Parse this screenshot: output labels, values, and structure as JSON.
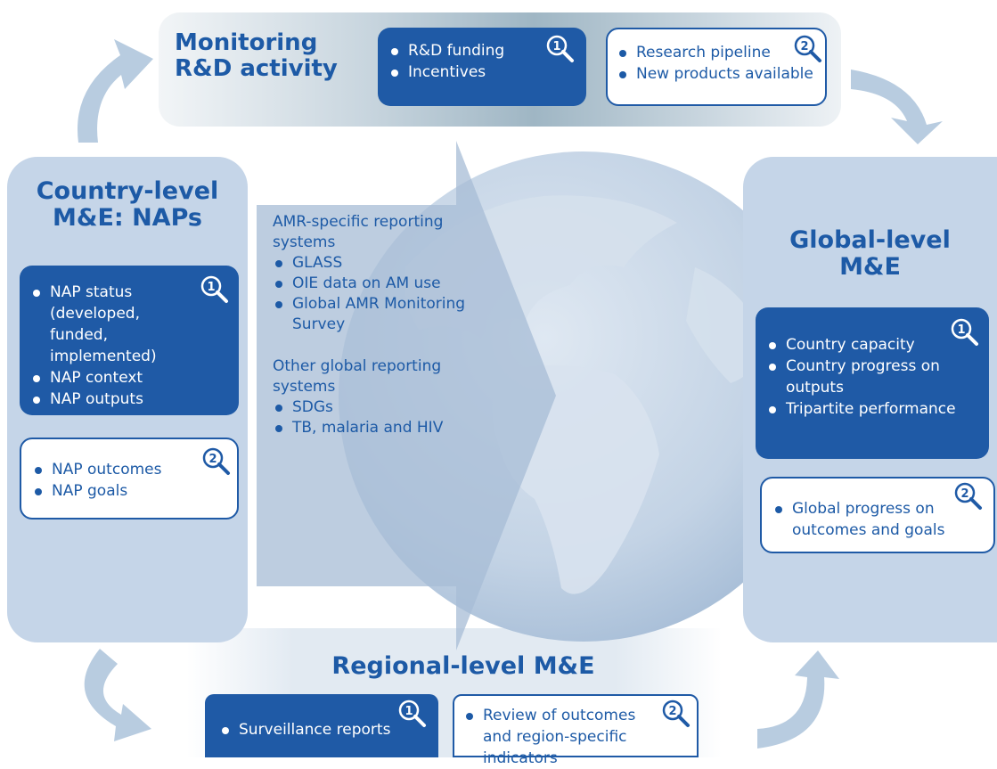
{
  "top": {
    "title_line1": "Monitoring",
    "title_line2": "R&D activity",
    "box1": {
      "badge": "1",
      "items": [
        "R&D funding",
        "Incentives"
      ]
    },
    "box2": {
      "badge": "2",
      "items": [
        "Research pipeline",
        "New products available"
      ]
    }
  },
  "country": {
    "title_line1": "Country-level",
    "title_line2": "M&E: NAPs",
    "box1": {
      "badge": "1",
      "items": [
        "NAP status (developed, funded, implemented)",
        "NAP context",
        "NAP outputs"
      ]
    },
    "box2": {
      "badge": "2",
      "items": [
        "NAP outcomes",
        "NAP goals"
      ]
    }
  },
  "global": {
    "title_line1": "Global-level",
    "title_line2": "M&E",
    "box1": {
      "badge": "1",
      "items": [
        "Country capacity",
        "Country progress on outputs",
        "Tripartite performance"
      ]
    },
    "box2": {
      "badge": "2",
      "items": [
        "Global progress on outcomes and goals"
      ]
    }
  },
  "regional": {
    "title": "Regional-level M&E",
    "box1": {
      "badge": "1",
      "items": [
        "Surveillance reports"
      ]
    },
    "box2": {
      "badge": "2",
      "items": [
        "Review of outcomes and region-specific indicators"
      ]
    }
  },
  "center": {
    "group1_header": "AMR-specific reporting systems",
    "group1_items": [
      "GLASS",
      "OIE data on AM use",
      "Global AMR Monitoring Survey"
    ],
    "group2_header": "Other global reporting systems",
    "group2_items": [
      "SDGs",
      "TB, malaria and HIV"
    ]
  },
  "colors": {
    "dark_blue": "#1f5aa6",
    "panel": "#c5d5e8",
    "text_blue": "#1d5aa6"
  }
}
